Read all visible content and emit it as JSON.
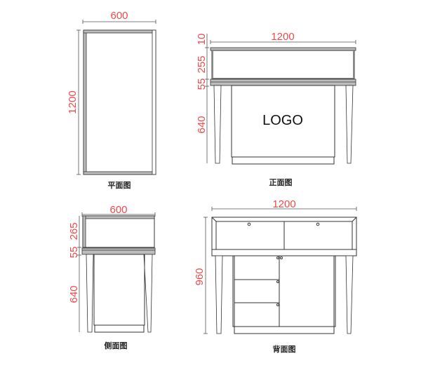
{
  "views": {
    "plan": {
      "caption": "平面图",
      "width_dim": "600",
      "depth_dim": "1200"
    },
    "front": {
      "caption": "正面图",
      "width_dim": "1200",
      "heights": [
        "10",
        "255",
        "55",
        "640"
      ],
      "logo_text": "LOGO"
    },
    "side": {
      "caption": "侧面图",
      "width_dim": "600",
      "heights": [
        "265",
        "55",
        "640"
      ]
    },
    "back": {
      "caption": "背面图",
      "width_dim": "1200",
      "total_height_dim": "960"
    }
  },
  "colors": {
    "dimension_text": "#ef4a4a",
    "line": "#333333",
    "fill_gray": "#bdbdbd"
  }
}
